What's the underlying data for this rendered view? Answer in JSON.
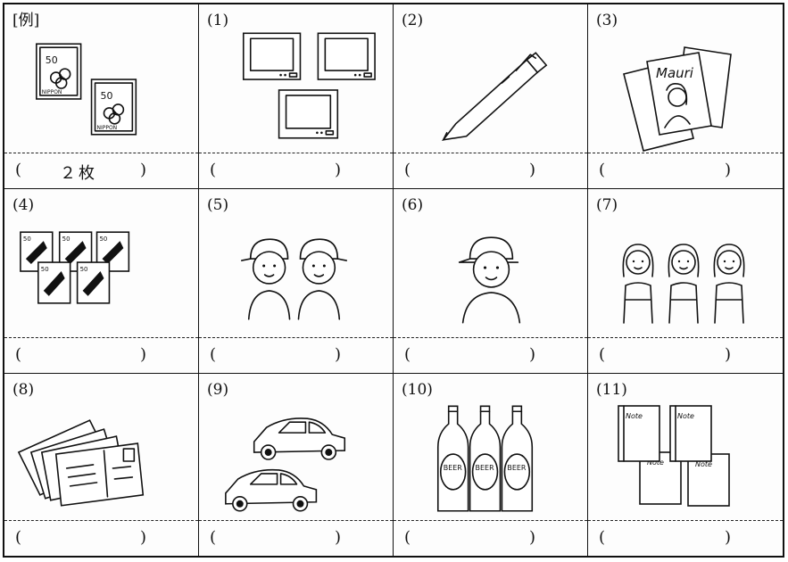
{
  "worksheet": {
    "cells": [
      {
        "label": "[例]",
        "answer": "２枚",
        "icon": "postage-stamps-icon"
      },
      {
        "label": "(1)",
        "answer": "",
        "icon": "television-icon"
      },
      {
        "label": "(2)",
        "answer": "",
        "icon": "pen-icon"
      },
      {
        "label": "(3)",
        "answer": "",
        "icon": "magazines-icon"
      },
      {
        "label": "(4)",
        "answer": "",
        "icon": "postage-stamps-icon"
      },
      {
        "label": "(5)",
        "answer": "",
        "icon": "boys-icon"
      },
      {
        "label": "(6)",
        "answer": "",
        "icon": "boy-icon"
      },
      {
        "label": "(7)",
        "answer": "",
        "icon": "girls-icon"
      },
      {
        "label": "(8)",
        "answer": "",
        "icon": "postcards-icon"
      },
      {
        "label": "(9)",
        "answer": "",
        "icon": "cars-icon"
      },
      {
        "label": "(10)",
        "answer": "",
        "icon": "beer-bottles-icon"
      },
      {
        "label": "(11)",
        "answer": "",
        "icon": "notebooks-icon"
      }
    ],
    "open_paren": "(",
    "close_paren": ")",
    "stamp_value": "50",
    "stamp_country": "NIPPON",
    "beer_label": "BEER",
    "note_label": "Note",
    "magazine_label": "Mauri"
  }
}
